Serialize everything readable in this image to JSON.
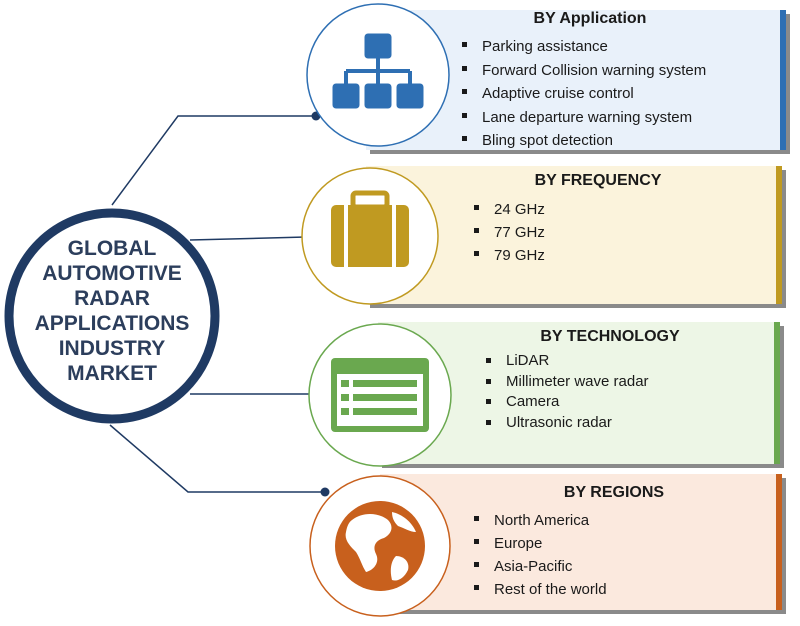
{
  "center": {
    "lines": [
      "GLOBAL",
      "AUTOMOTIVE",
      "RADAR",
      "APPLICATIONS",
      "INDUSTRY",
      "MARKET"
    ]
  },
  "segments": [
    {
      "title": "BY Application",
      "items": [
        "Parking assistance",
        "Forward Collision warning system",
        "Adaptive cruise control",
        "Lane departure warning system",
        "Bling spot detection"
      ],
      "icon": "hierarchy-icon",
      "color": "#2e6fb3",
      "bg": "#e9f1fa"
    },
    {
      "title": "BY FREQUENCY",
      "items": [
        "24 GHz",
        "77 GHz",
        "79 GHz"
      ],
      "icon": "briefcase-icon",
      "color": "#c09a21",
      "bg": "#fbf3dc"
    },
    {
      "title": "BY TECHNOLOGY",
      "items": [
        "LiDAR",
        "Millimeter wave radar",
        "Camera",
        "Ultrasonic radar"
      ],
      "icon": "list-window-icon",
      "color": "#6aa84f",
      "bg": "#edf6e6"
    },
    {
      "title": "BY REGIONS",
      "items": [
        "North America",
        "Europe",
        "Asia-Pacific",
        "Rest of the world"
      ],
      "icon": "globe-icon",
      "color": "#c8601d",
      "bg": "#fbe9de"
    }
  ],
  "colors": {
    "center_ring": "#1f3a63",
    "connector": "#1f3a63",
    "panel_shadow": "#8a8a8a"
  }
}
